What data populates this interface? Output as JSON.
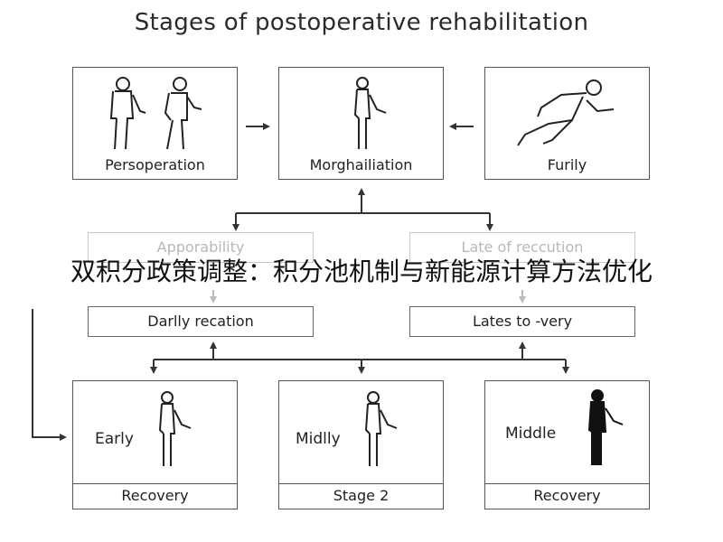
{
  "title": "Stages of postoperative rehabilitation",
  "top_row": [
    {
      "label": "Persoperation",
      "icon": "two-standing-persons-icon"
    },
    {
      "label": "Morghailiation",
      "icon": "standing-person-icon"
    },
    {
      "label": "Furily",
      "icon": "running-person-icon"
    }
  ],
  "middle_row": {
    "left_faded": "Apporability",
    "left": "Darlly recation",
    "right_faded": "Late of reccution",
    "right": "Lates to -very"
  },
  "banner": "双积分政策调整：积分池机制与新能源计算方法优化",
  "bottom_row": [
    {
      "label": "Early",
      "footer": "Recovery",
      "icon": "standing-person-icon"
    },
    {
      "label": "Midlly",
      "footer": "Stage 2",
      "icon": "standing-person-icon"
    },
    {
      "label": "Middle",
      "footer": "Recovery",
      "icon": "standing-person-filled-icon"
    }
  ]
}
